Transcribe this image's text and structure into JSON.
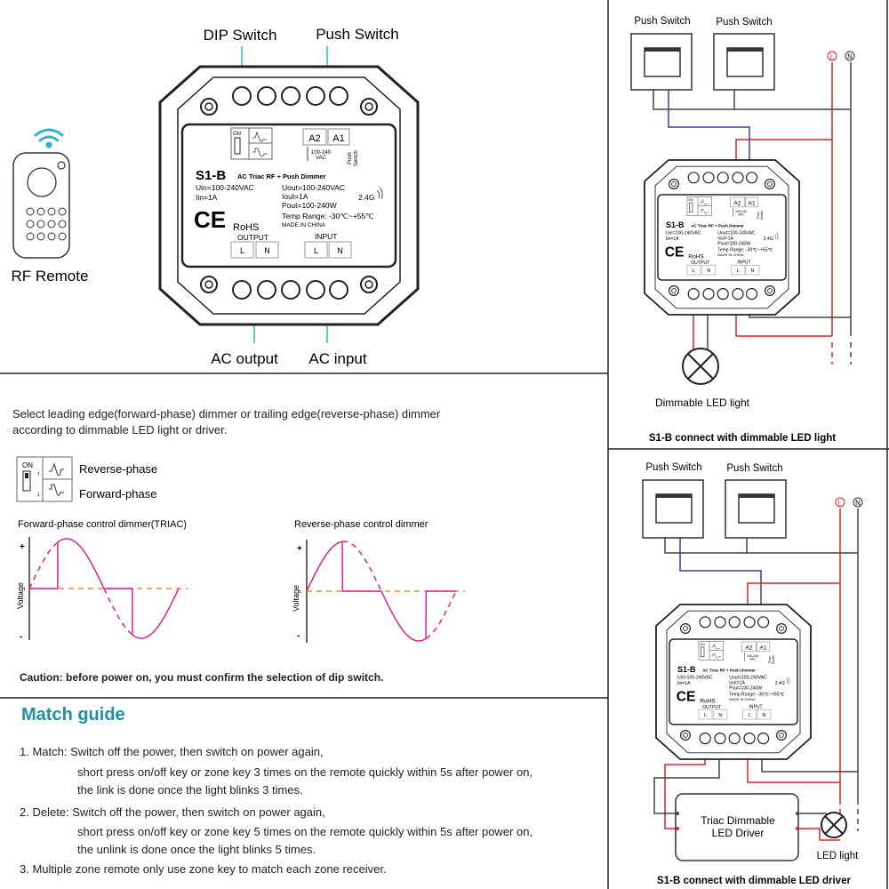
{
  "device": {
    "model": "S1-B",
    "subtitle": "AC Triac RF + Push Dimmer",
    "uin": "Uin=100-240VAC",
    "iin": "Iin=1A",
    "uout": "Uout=100-240VAC",
    "iout": "Iout=1A",
    "pout": "Pout=100-240W",
    "temp": "Temp Range: -30℃~+55℃",
    "made": "MADE IN CHINA",
    "rf": "2.4G",
    "ce": "CE",
    "rohs": "RoHS",
    "output": "OUTPUT",
    "input": "INPUT",
    "l": "L",
    "n": "N",
    "a2": "A2",
    "a1": "A1",
    "vac1": "100-240",
    "vac2": "VAC",
    "push": "Push",
    "switch": "Switch",
    "on": "ON"
  },
  "callouts": {
    "dip": "DIP Switch",
    "push": "Push Switch",
    "ac_output": "AC output",
    "ac_input": "AC input",
    "rf_remote": "RF Remote"
  },
  "dip_section": {
    "intro_1": "Select leading edge(forward-phase) dimmer or trailing edge(reverse-phase) dimmer",
    "intro_2": "according to dimmable LED light or driver.",
    "reverse": "Reverse-phase",
    "forward": "Forward-phase",
    "chart_forward_title": "Forward-phase control dimmer(TRIAC)",
    "chart_reverse_title": "Reverse-phase control dimmer",
    "ylabel": "Voltage",
    "plus": "+",
    "minus": "-",
    "caution": "Caution: before power on, you must confirm the selection of dip switch."
  },
  "match_guide": {
    "title": "Match guide",
    "lines": [
      "1. Match: Switch off the power, then switch on power again,",
      "short press on/off key or zone key 3 times on the remote quickly within 5s after power on,",
      "the link is done once the light blinks 3 times.",
      "2. Delete: Switch off the power, then switch on power again,",
      "short press on/off key or zone key 5 times on the remote quickly within 5s after power on,",
      "the unlink is done once the light blinks 5 times.",
      "3. Multiple zone remote only use zone key to match each zone receiver."
    ]
  },
  "wiring1": {
    "switch1": "Push Switch",
    "switch2": "Push Switch",
    "l": "L",
    "n": "N",
    "load": "Dimmable LED light",
    "caption": "S1-B connect with dimmable LED light"
  },
  "wiring2": {
    "switch1": "Push Switch",
    "switch2": "Push Switch",
    "l": "L",
    "n": "N",
    "driver1": "Triac Dimmable",
    "driver2": "LED Driver",
    "load": "LED light",
    "caption": "S1-B connect with dimmable LED driver"
  },
  "colors": {
    "accent": "#1f8fa8",
    "callout": "#2fb3cc",
    "live": "#e0202a",
    "switch_wire": "#3b3b9b",
    "wave": "#e0208c",
    "zero": "#f08a30"
  }
}
